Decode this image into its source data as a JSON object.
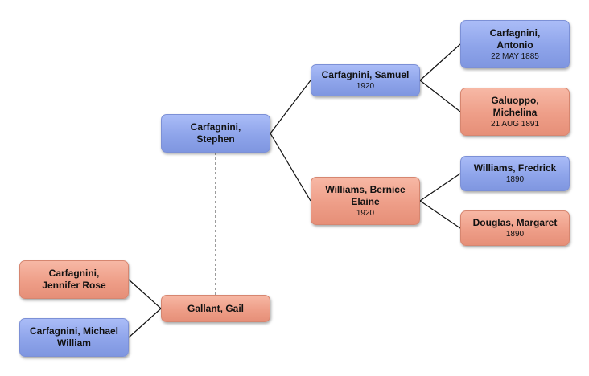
{
  "people": {
    "stephen": {
      "name": "Carfagnini,\nStephen",
      "date": "",
      "gender": "male"
    },
    "samuel": {
      "name": "Carfagnini, Samuel",
      "date": "1920",
      "gender": "male"
    },
    "bernice": {
      "name": "Williams, Bernice\nElaine",
      "date": "1920",
      "gender": "female"
    },
    "antonio": {
      "name": "Carfagnini,\nAntonio",
      "date": "22 MAY 1885",
      "gender": "male"
    },
    "michelina": {
      "name": "Galuoppo,\nMichelina",
      "date": "21 AUG 1891",
      "gender": "female"
    },
    "fredrick": {
      "name": "Williams, Fredrick",
      "date": "1890",
      "gender": "male"
    },
    "margaret": {
      "name": "Douglas, Margaret",
      "date": "1890",
      "gender": "female"
    },
    "gail": {
      "name": "Gallant, Gail",
      "date": "",
      "gender": "female"
    },
    "jennifer": {
      "name": "Carfagnini,\nJennifer Rose",
      "date": "",
      "gender": "female"
    },
    "michael": {
      "name": "Carfagnini, Michael\nWilliam",
      "date": "",
      "gender": "male"
    }
  },
  "colors": {
    "male": "#8ea4ea",
    "female": "#ee9e88",
    "line": "#111111",
    "spouse_line": "#666666"
  }
}
